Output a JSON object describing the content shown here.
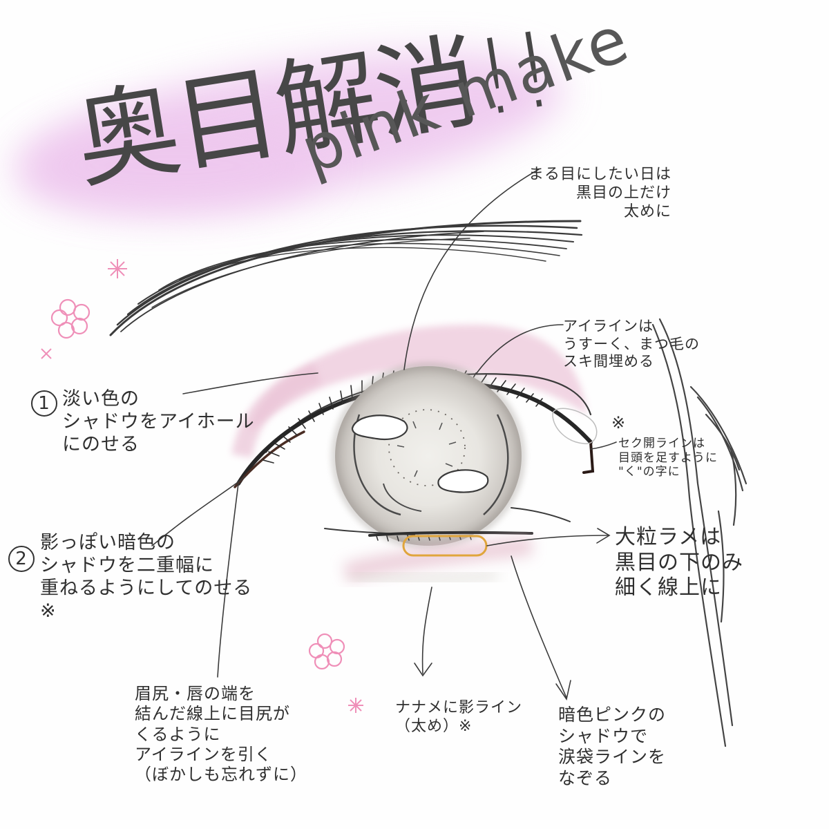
{
  "title": {
    "main": "奥目解消!!",
    "sub": "pink make"
  },
  "annotations": {
    "marume": "まる目にしたい日は\n黒目の上だけ\n太めに",
    "eyeline": "アイラインは\nうすーく、まつ毛の\nスキ間埋める",
    "note_mark": "※",
    "inner_line": "セク開ラインは\n目頭を足すように\n\"く\"の字に",
    "step1_num": "1",
    "step1": "淡い色の\nシャドウをアイホール\nにのせる",
    "step2_num": "2",
    "step2": "影っぽい暗色の\nシャドウを二重幅に\n重ねるようにしてのせる\n※",
    "glitter": "大粒ラメは\n黒目の下のみ\n細く線上に",
    "outer_corner": "眉尻・唇の端を\n結んだ線上に目尻が\nくるように\nアイラインを引く\n（ぼかしも忘れずに）",
    "diagonal": "ナナメに影ライン\n（太め）※",
    "tear_bag": "暗色ピンクの\nシャドウで\n涙袋ラインを\nなぞる"
  },
  "colors": {
    "ink": "#333333",
    "pink_shadow": "#ecc5d8",
    "glitter_gold": "#e0a53c",
    "title_glow": "#e6b6e6",
    "flower_pink": "#ef8fb8"
  }
}
